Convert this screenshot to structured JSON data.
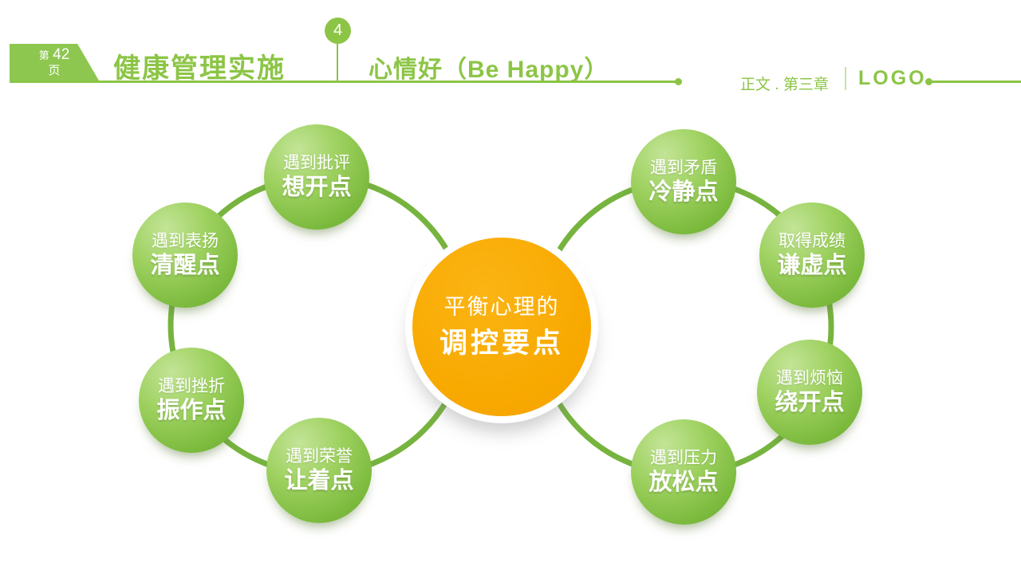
{
  "header": {
    "page_flag": {
      "prefix": "第",
      "number": "42",
      "suffix": "页"
    },
    "section_title": "健康管理实施",
    "chapter_number": "4",
    "slide_title": "心情好（Be Happy）",
    "breadcrumb": "正文 . 第三章",
    "logo": "LOGO"
  },
  "diagram": {
    "center": {
      "line1": "平衡心理的",
      "line2": "调控要点"
    },
    "satellites": [
      {
        "line1": "遇到批评",
        "line2": "想开点"
      },
      {
        "line1": "遇到表扬",
        "line2": "清醒点"
      },
      {
        "line1": "遇到挫折",
        "line2": "振作点"
      },
      {
        "line1": "遇到荣誉",
        "line2": "让着点"
      },
      {
        "line1": "遇到矛盾",
        "line2": "冷静点"
      },
      {
        "line1": "取得成绩",
        "line2": "谦虚点"
      },
      {
        "line1": "遇到烦恼",
        "line2": "绕开点"
      },
      {
        "line1": "遇到压力",
        "line2": "放松点"
      }
    ]
  },
  "colors": {
    "accent_green": "#8cc546",
    "ring_green": "#77b43f",
    "satellite_green_light": "#c3e497",
    "satellite_green_dark": "#68a931",
    "center_orange": "#f8a900",
    "text_white": "#ffffff"
  }
}
